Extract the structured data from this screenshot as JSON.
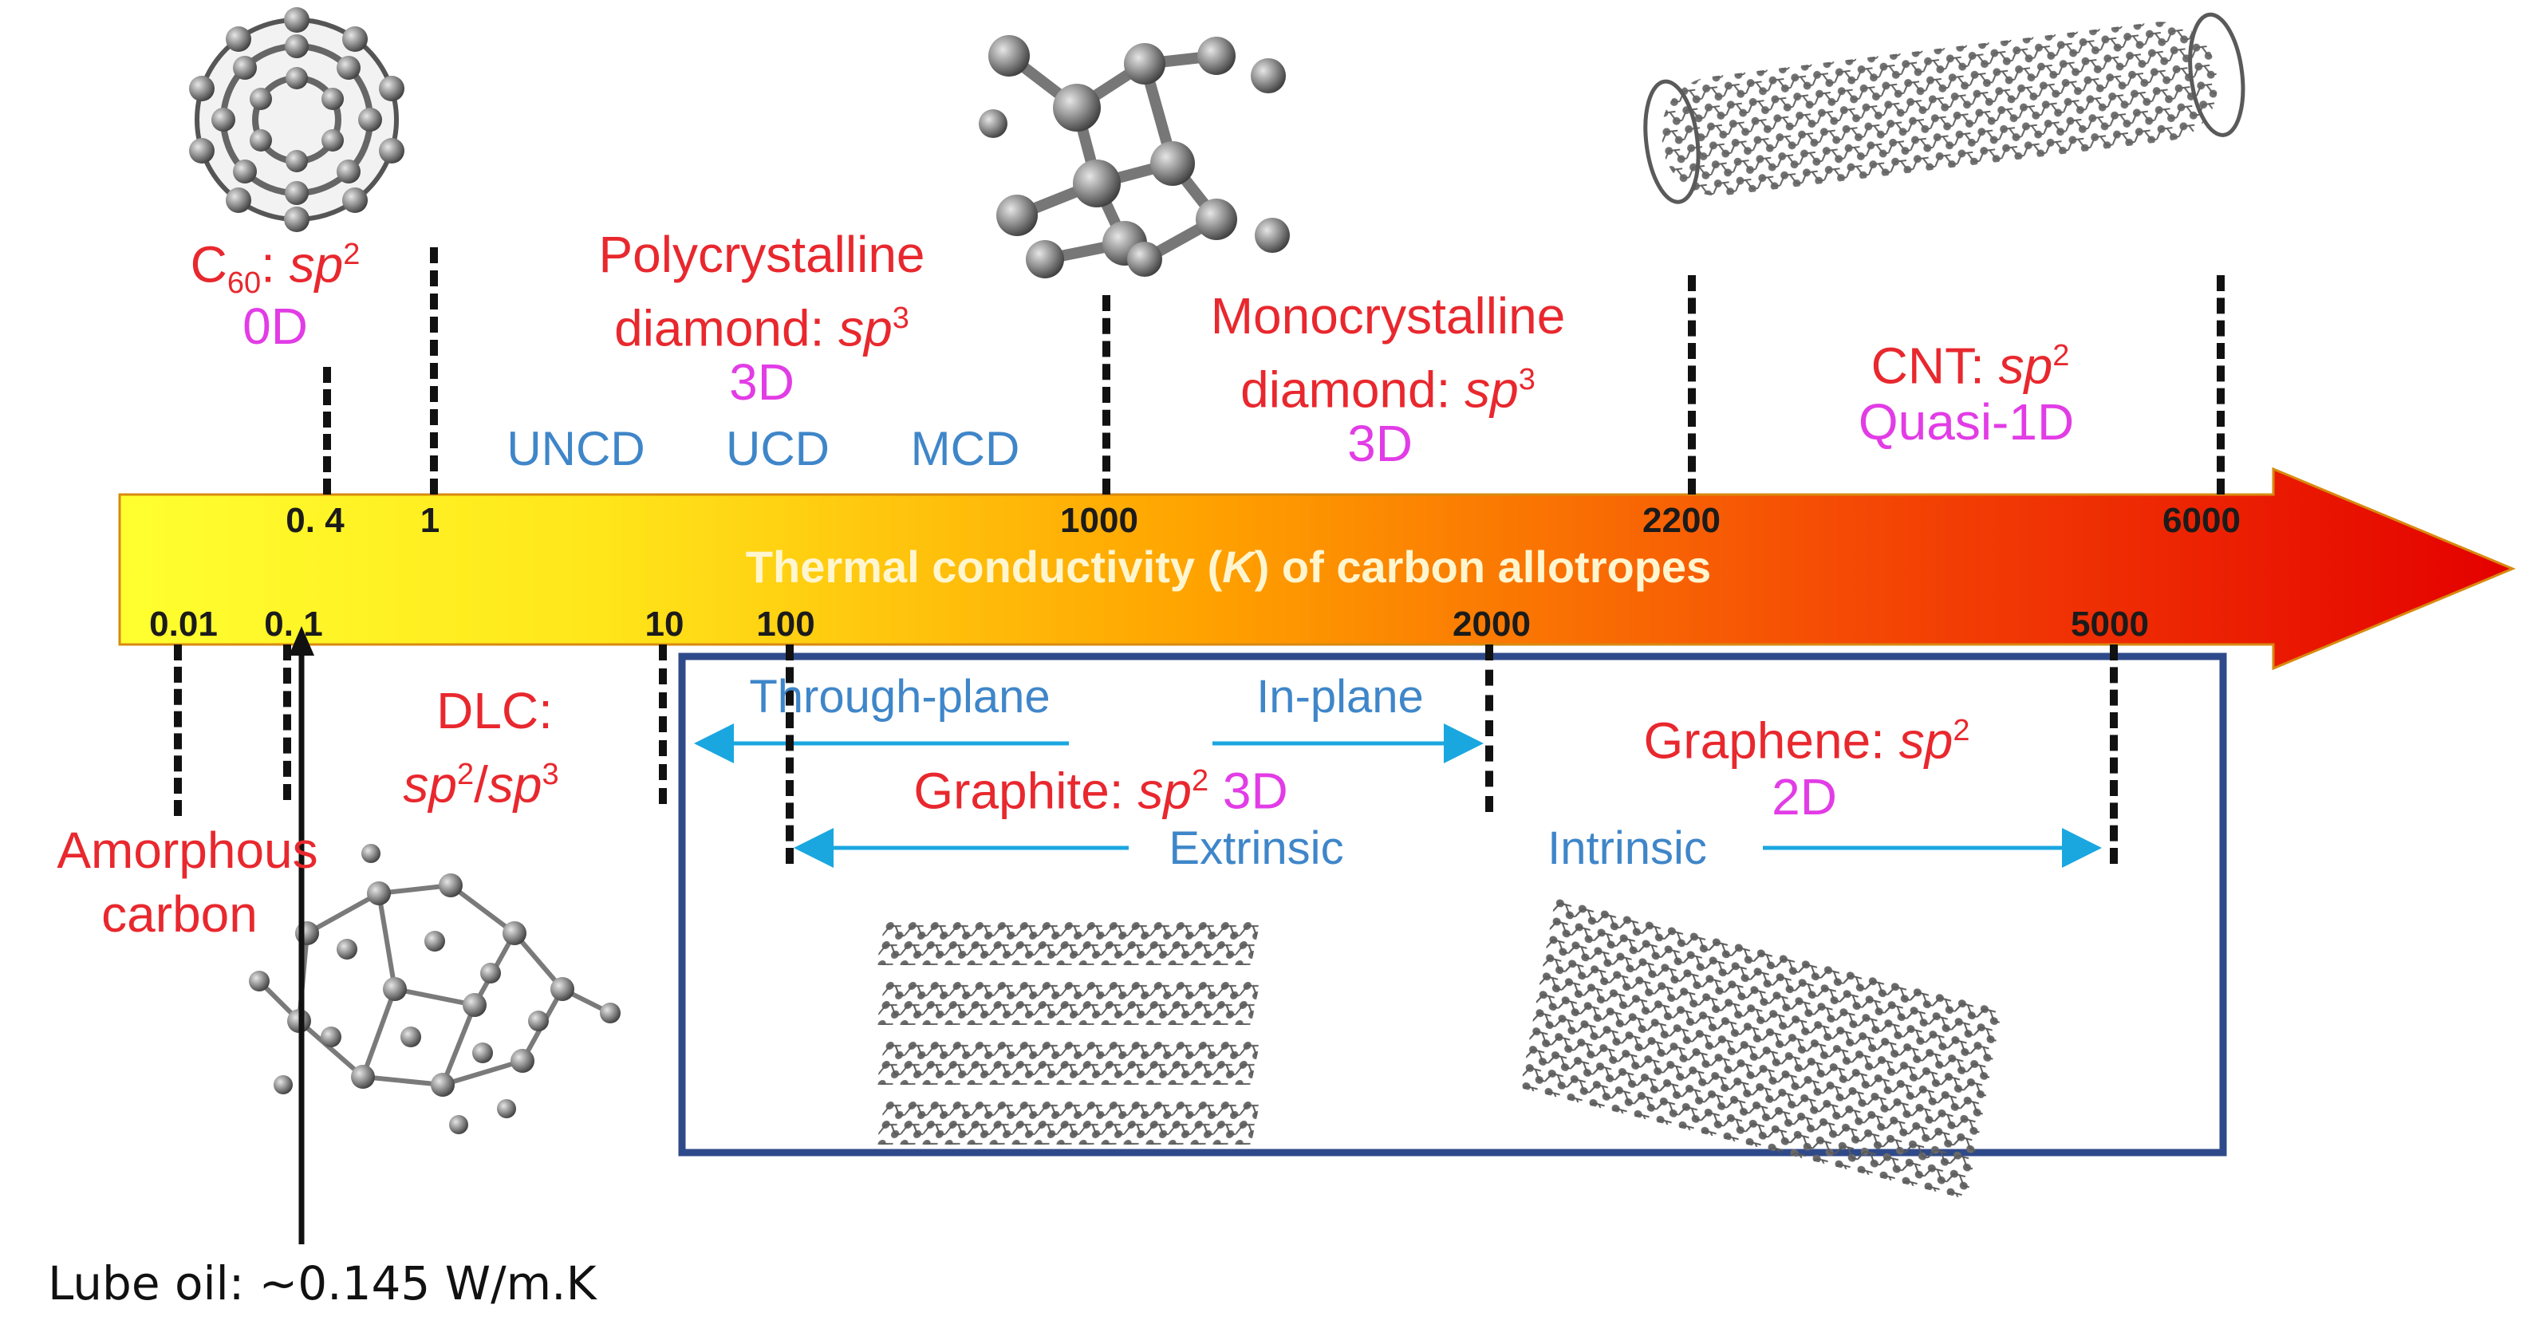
{
  "axis": {
    "title_pre": "Thermal conductivity (",
    "title_var": "K",
    "title_post": ") of carbon allotropes",
    "upper_ticks": [
      "0. 4",
      "1",
      "1000",
      "2200",
      "6000"
    ],
    "lower_ticks": [
      "0.01",
      "0. 1",
      "10",
      "100",
      "2000",
      "5000"
    ]
  },
  "upper": {
    "c60": {
      "name": "C",
      "sub": "60",
      "sep": ": ",
      "hyb": "sp",
      "hyb_sup": "2",
      "dim": "0D"
    },
    "poly": {
      "line1": "Polycrystalline",
      "line2_pre": "diamond: ",
      "hyb": "sp",
      "hyb_sup": "3",
      "dim": "3D"
    },
    "grades": [
      "UNCD",
      "UCD",
      "MCD"
    ],
    "mono": {
      "line1": "Monocrystalline",
      "line2_pre": "diamond: ",
      "hyb": "sp",
      "hyb_sup": "3",
      "dim": "3D"
    },
    "cnt": {
      "pre": "CNT: ",
      "hyb": "sp",
      "hyb_sup": "2",
      "dim": "Quasi-1D"
    }
  },
  "lower": {
    "amorphous": {
      "line1": "Amorphous",
      "line2": "carbon"
    },
    "dlc": {
      "line1": "DLC:",
      "hyb_a": "sp",
      "sup_a": "2",
      "slash": "/",
      "hyb_b": "sp",
      "sup_b": "3"
    },
    "graphite": {
      "pre": "Graphite: ",
      "hyb": "sp",
      "hyb_sup": "2",
      "dim": " 3D"
    },
    "graphene": {
      "pre": "Graphene: ",
      "hyb": "sp",
      "hyb_sup": "2",
      "dim": "2D"
    },
    "through_plane": "Through-plane",
    "in_plane": "In-plane",
    "extrinsic": "Extrinsic",
    "intrinsic": "Intrinsic"
  },
  "lube_note": "Lube oil: ~0.145 W/m.K",
  "colors": {
    "label_red": "#e8282e",
    "dim_pink": "#e23ce6",
    "grade_blue": "#3f86c9",
    "arrow_cyan": "#1aa7e0",
    "box_navy": "#2f4a8a",
    "gradient_start": "#ffff30",
    "gradient_mid": "#ffa300",
    "gradient_end": "#e80000"
  },
  "icons": [
    "c60-fullerene-icon",
    "diamond-lattice-icon",
    "carbon-nanotube-icon",
    "amorphous-carbon-icon",
    "graphite-layers-icon",
    "graphene-sheet-icon"
  ]
}
